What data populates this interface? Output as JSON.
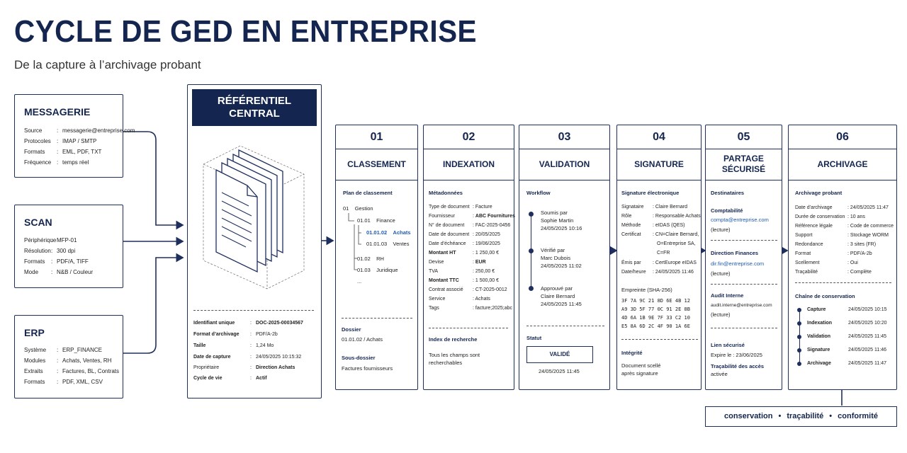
{
  "header": {
    "title": "CYCLE DE GED EN ENTREPRISE",
    "subtitle": "De la capture à l’archivage probant"
  },
  "sources": [
    {
      "title": "MESSAGERIE",
      "rows": [
        {
          "k": "Source",
          "v": "messagerie@entreprise.com"
        },
        {
          "k": "Protocoles",
          "v": "IMAP / SMTP"
        },
        {
          "k": "Formats",
          "v": "EML, PDF, TXT"
        },
        {
          "k": "Fréquence",
          "v": "temps réel"
        }
      ]
    },
    {
      "title": "SCAN",
      "rows": [
        {
          "k": "Périphérique",
          "v": "MFP-01"
        },
        {
          "k": "Résolution",
          "v": "300 dpi"
        },
        {
          "k": "Formats",
          "v": "PDF/A, TIFF"
        },
        {
          "k": "Mode",
          "v": "N&B / Couleur"
        }
      ]
    },
    {
      "title": "ERP",
      "rows": [
        {
          "k": "Système",
          "v": "ERP_FINANCE"
        },
        {
          "k": "Modules",
          "v": "Achats, Ventes, RH"
        },
        {
          "k": "Extraits",
          "v": "Factures, BL, Contrats"
        },
        {
          "k": "Formats",
          "v": "PDF, XML, CSV"
        }
      ]
    }
  ],
  "referentiel": {
    "title_line1": "RÉFÉRENTIEL",
    "title_line2": "CENTRAL",
    "rows": [
      {
        "k": "Identifiant unique",
        "v": "DOC-2025-00034567"
      },
      {
        "k": "Format d’archivage",
        "v": "PDF/A-2b"
      },
      {
        "k": "Taille",
        "v": "1,24 Mo"
      },
      {
        "k": "Date de capture",
        "v": "24/05/2025 10:15:32"
      },
      {
        "k": "Propriétaire",
        "v": "Direction Achats"
      },
      {
        "k": "Cycle de vie",
        "v": "Actif"
      }
    ]
  },
  "steps": {
    "s01": {
      "num": "01",
      "name": "CLASSEMENT",
      "plan_label": "Plan de classement",
      "tree": [
        {
          "code": "01",
          "label": "Gestion"
        },
        {
          "code": "01.01",
          "label": "Finance"
        },
        {
          "code": "01.01.02",
          "label": "Achats"
        },
        {
          "code": "01.01.03",
          "label": "Ventes"
        },
        {
          "code": "01.02",
          "label": "RH"
        },
        {
          "code": "01.03",
          "label": "Juridique"
        },
        {
          "code": "...",
          "label": ""
        }
      ],
      "dossier_label": "Dossier",
      "dossier_value": "01.01.02 / Achats",
      "sousdossier_label": "Sous-dossier",
      "sousdossier_value": "Factures fournisseurs"
    },
    "s02": {
      "num": "02",
      "name": "INDEXATION",
      "meta_label": "Métadonnées",
      "rows": [
        {
          "k": "Type de document",
          "v": "Facture"
        },
        {
          "k": "Fournisseur",
          "v": "ABC Fournitures"
        },
        {
          "k": "N° de document",
          "v": "FAC-2025-0456"
        },
        {
          "k": "Date de document",
          "v": "20/05/2025"
        },
        {
          "k": "Date d’échéance",
          "v": "19/06/2025"
        },
        {
          "k": "Montant HT",
          "v": "1 250,00 €"
        },
        {
          "k": "Devise",
          "v": "EUR"
        },
        {
          "k": "TVA",
          "v": "250,00 €"
        },
        {
          "k": "Montant TTC",
          "v": "1 500,00 €"
        },
        {
          "k": "Contrat associé",
          "v": "CT-2025-0012"
        },
        {
          "k": "Service",
          "v": "Achats"
        },
        {
          "k": "Tags",
          "v": "facture;2025;abc"
        }
      ],
      "index_label": "Index de recherche",
      "index_line1": "Tous les champs sont",
      "index_line2": "recherchables"
    },
    "s03": {
      "num": "03",
      "name": "VALIDATION",
      "workflow_label": "Workflow",
      "events": [
        {
          "action": "Soumis par",
          "who": "Sophie Martin",
          "when": "24/05/2025 10:16"
        },
        {
          "action": "Vérifié par",
          "who": "Marc Dubois",
          "when": "24/05/2025 11:02"
        },
        {
          "action": "Approuvé par",
          "who": "Claire Bernard",
          "when": "24/05/2025 11:45"
        }
      ],
      "statut_label": "Statut",
      "statut_value": "VALIDÉ",
      "statut_date": "24/05/2025 11:45"
    },
    "s04": {
      "num": "04",
      "name": "SIGNATURE",
      "sig_label": "Signature électronique",
      "rows": [
        {
          "k": "Signataire",
          "v": "Claire Bernard"
        },
        {
          "k": "Rôle",
          "v": "Responsable Achats"
        },
        {
          "k": "Méthode",
          "v": "eIDAS (QES)"
        },
        {
          "k": "Certificat",
          "v": "CN=Claire Bernard,"
        },
        {
          "k": "",
          "v": "O=Entreprise SA,"
        },
        {
          "k": "",
          "v": "C=FR"
        },
        {
          "k": "Émis par",
          "v": "CertEurope eIDAS"
        },
        {
          "k": "Date/heure",
          "v": "24/05/2025 11:46"
        }
      ],
      "hash_label": "Empreinte (SHA-256)",
      "hash_lines": [
        "3F 7A 9C 21 8D 6E 4B 12",
        "A9 3D 5F 77 0C 91 2E 8B",
        "4D 6A 1B 9E 7F 33 C2 10",
        "E5 8A 6D 2C 4F 90 1A 6E"
      ],
      "integ_label": "Intégrité",
      "integ_line1": "Document scellé",
      "integ_line2": "après signature"
    },
    "s05": {
      "num": "05",
      "name_line1": "PARTAGE",
      "name_line2": "SÉCURISÉ",
      "dest_label": "Destinataires",
      "groups": [
        {
          "name": "Comptabilité",
          "email": "compta@entreprise.com",
          "access": "(lecture)"
        },
        {
          "name": "Direction Finances",
          "email": "dir.fin@entreprise.com",
          "access": "(lecture)"
        },
        {
          "name": "Audit Interne",
          "email": "audit.interne@entreprise.com",
          "access": "(lecture)"
        }
      ],
      "link_label": "Lien sécurisé",
      "link_expiry": "Expire le : 23/06/2025",
      "trace_label": "Traçabilité des accès",
      "trace_value": "activée"
    },
    "s06": {
      "num": "06",
      "name": "ARCHIVAGE",
      "arch_label": "Archivage probant",
      "rows": [
        {
          "k": "Date d’archivage",
          "v": "24/05/2025 11:47"
        },
        {
          "k": "Durée de conservation",
          "v": "10 ans"
        },
        {
          "k": "Référence légale",
          "v": "Code de commerce"
        },
        {
          "k": "Support",
          "v": "Stockage WORM"
        },
        {
          "k": "Redondance",
          "v": "3 sites (FR)"
        },
        {
          "k": "Format",
          "v": "PDF/A-2b"
        },
        {
          "k": "Scellement",
          "v": "Oui"
        },
        {
          "k": "Traçabilité",
          "v": "Complète"
        }
      ],
      "chain_label": "Chaîne de conservation",
      "chain": [
        {
          "k": "Capture",
          "v": "24/05/2025 10:15"
        },
        {
          "k": "Indexation",
          "v": "24/05/2025 10:20"
        },
        {
          "k": "Validation",
          "v": "24/05/2025 11:45"
        },
        {
          "k": "Signature",
          "v": "24/05/2025 11:46"
        },
        {
          "k": "Archivage",
          "v": "24/05/2025 11:47"
        }
      ]
    }
  },
  "footer": {
    "items": [
      "conservation",
      "traçabilité",
      "conformité"
    ],
    "separator": "•"
  }
}
